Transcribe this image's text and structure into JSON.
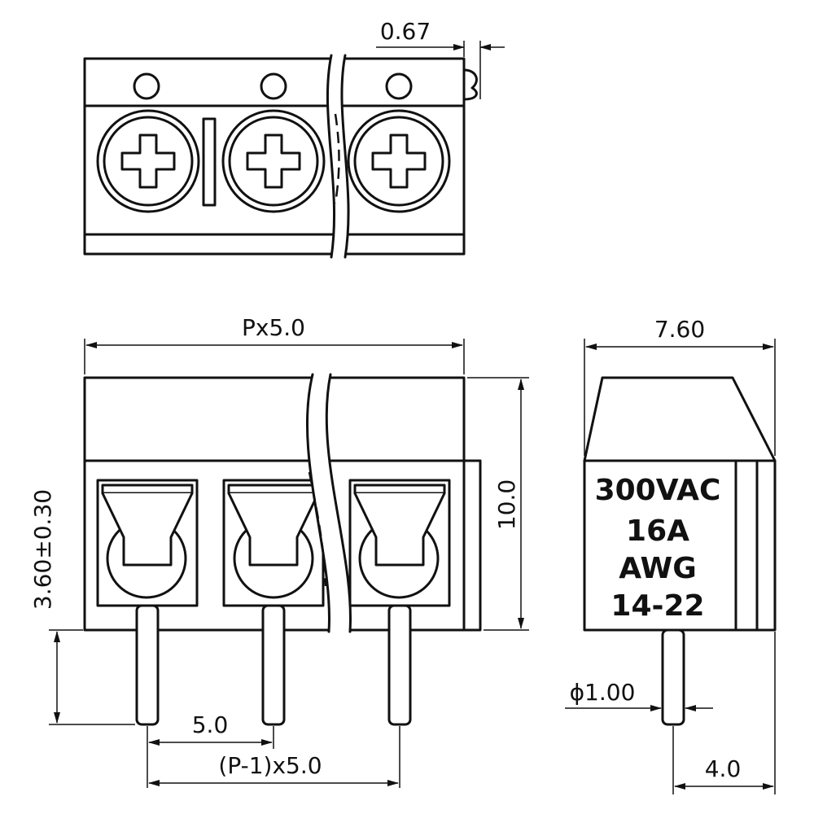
{
  "top_view": {
    "dim_pin_offset": "0.67"
  },
  "front_view": {
    "dim_total_length": "Px5.0",
    "dim_height": "10.0",
    "dim_pin_length": "3.60±0.30",
    "dim_pitch": "5.0",
    "dim_pin_span": "(P-1)x5.0"
  },
  "side_view": {
    "dim_width": "7.60",
    "rating_lines": [
      "300VAC",
      "16A",
      "AWG",
      "14-22"
    ],
    "dim_pin_diameter": "ϕ1.00",
    "dim_pin_position": "4.0"
  },
  "icons": [
    "screw-head-icon",
    "dimension-arrow-icon"
  ],
  "colors": {
    "line": "#111111",
    "background": "#ffffff"
  }
}
